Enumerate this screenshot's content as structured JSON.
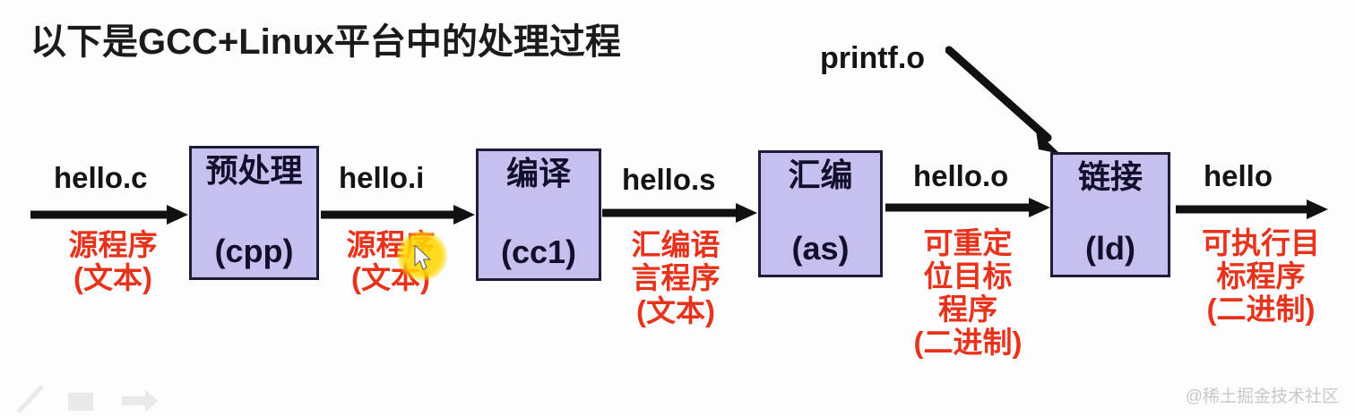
{
  "page": {
    "title": "以下是GCC+Linux平台中的处理过程",
    "watermark": "@稀土掘金技术社区",
    "background_color": "#fdfdfd",
    "box_fill_color": "#c4c1ef",
    "box_border_color": "#1d1d3a",
    "red_label_color": "#e8331c",
    "black_text_color": "#141414",
    "cursor_highlight_color": "#ffd600"
  },
  "pipeline": {
    "stages": [
      {
        "cn": "预处理",
        "en": "(cpp)"
      },
      {
        "cn": "编译",
        "en": "(cc1)"
      },
      {
        "cn": "汇编",
        "en": "(as)"
      },
      {
        "cn": "链接",
        "en": "(ld)"
      }
    ],
    "flows": [
      {
        "file": "hello.c",
        "desc_lines": [
          "源程序",
          "(文本)"
        ]
      },
      {
        "file": "hello.i",
        "desc_lines": [
          "源程序",
          "(文本)"
        ]
      },
      {
        "file": "hello.s",
        "desc_lines": [
          "汇编语",
          "言程序",
          "(文本)"
        ]
      },
      {
        "file": "hello.o",
        "desc_lines": [
          "可重定",
          "位目标",
          "程序",
          "(二进制)"
        ]
      },
      {
        "file": "hello",
        "desc_lines": [
          "可执行目",
          "标程序",
          "(二进制)"
        ]
      }
    ],
    "external_input": {
      "label": "printf.o",
      "target_stage": "链接"
    }
  },
  "icons": {
    "cursor": "mouse-pointer-icon",
    "tools": [
      "pen-icon",
      "rectangle-icon",
      "arrow-icon"
    ]
  }
}
